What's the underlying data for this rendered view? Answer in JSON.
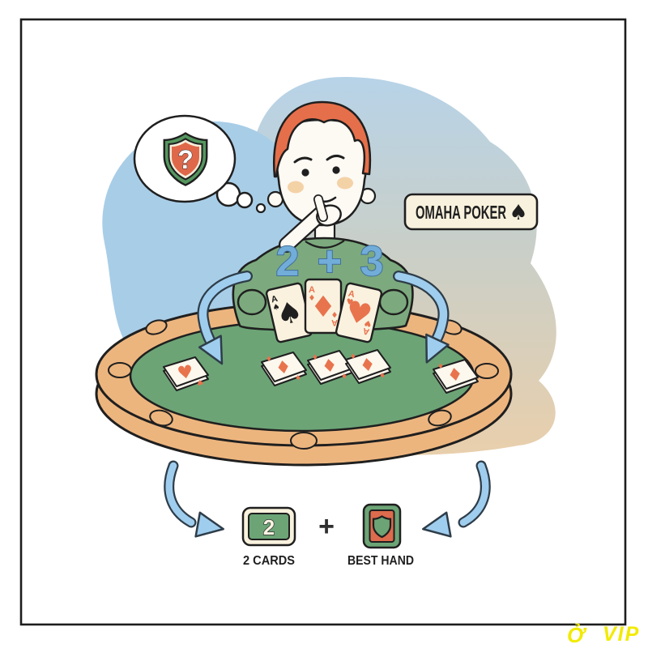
{
  "illustration": {
    "badge": {
      "title": "OMAHA POKER",
      "suit": "♠"
    },
    "thought_bubble": {
      "symbol": "?"
    },
    "equation": "2 + 3",
    "hand_cards": [
      {
        "rank": "A",
        "suit": "♠"
      },
      {
        "rank": "A",
        "suit": "♦"
      },
      {
        "rank": "A",
        "suit": "♥"
      }
    ],
    "community_cards": [
      {
        "suit": "♦"
      },
      {
        "suit": "♦"
      },
      {
        "suit": "♦"
      }
    ],
    "dealt_cards": {
      "left": {
        "suit": "♥"
      },
      "right": {
        "suit": "♦"
      }
    },
    "summary": {
      "hole_cards_value": "2",
      "operator": "+",
      "hole_cards_label": "2 CARDS",
      "best_hand_label": "BEST HAND"
    },
    "watermark": {
      "icon_glyph": "Ở",
      "label": "VIP"
    }
  },
  "colors": {
    "arrow_blue": "#9fcdee",
    "arrow_outline": "#2e3d49",
    "table_felt_green": "#6ca476",
    "table_wood_tan": "#edb57e",
    "suit_orange": "#e8744e",
    "sweater_green": "#7caa7e",
    "hair_orange": "#e56f4a",
    "card_cream": "#faf2df",
    "equation_blue": "#72add9",
    "shield_green": "#55975f",
    "shield_orange": "#e0684a",
    "watermark_yellow": "#f2ea00",
    "background_blue": "#a8cde7",
    "background_sand": "#e9cfac"
  }
}
